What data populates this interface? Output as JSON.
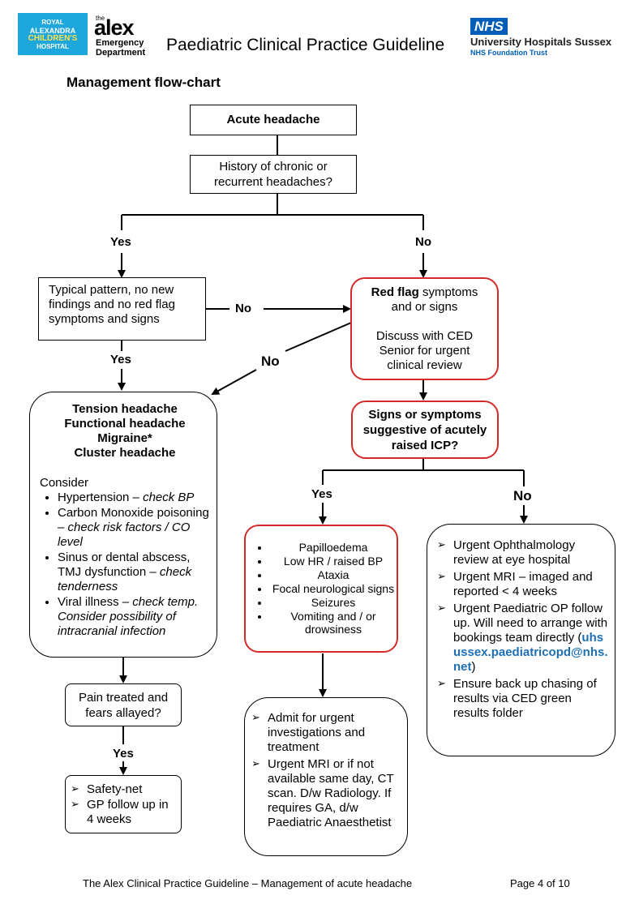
{
  "header": {
    "rach_logo": {
      "line1": "ROYAL",
      "line2": "ALEXANDRA",
      "line3": "CHILDREN'S",
      "line4": "HOSPITAL"
    },
    "alex_logo": {
      "the": "the",
      "name": "alex",
      "sub1": "Emergency",
      "sub2": "Department"
    },
    "title": "Paediatric Clinical Practice Guideline",
    "nhs_logo": {
      "badge": "NHS",
      "name": "University Hospitals Sussex",
      "sub": "NHS Foundation Trust"
    }
  },
  "section_title": "Management flow-chart",
  "flow": {
    "acute": "Acute headache",
    "history": {
      "l1": "History of chronic or",
      "l2": "recurrent headaches?"
    },
    "yes1": "Yes",
    "no1": "No",
    "typical": {
      "l1": "Typical pattern, no new",
      "l2": "findings and no red flag",
      "l3": "symptoms and signs"
    },
    "no_mid": "No",
    "red_flag": {
      "bold": "Red flag",
      "rest": " symptoms",
      "l2": "and or signs",
      "l3": "Discuss with CED",
      "l4": "Senior for urgent",
      "l5": "clinical review"
    },
    "yes2": "Yes",
    "no_diag": "No",
    "tension": {
      "t1": "Tension headache",
      "t2": "Functional headache",
      "t3": "Migraine*",
      "t4": "Cluster headache",
      "consider": "Consider",
      "items": [
        {
          "a": "Hypertension – ",
          "b": "check BP"
        },
        {
          "a": "Carbon Monoxide poisoning – ",
          "b": "check risk factors / CO level"
        },
        {
          "a": "Sinus or dental abscess, TMJ dysfunction – ",
          "b": "check tenderness"
        },
        {
          "a": "Viral illness – ",
          "b": "check temp. Consider possibility of intracranial infection"
        }
      ]
    },
    "icp": {
      "l1": "Signs or symptoms",
      "l2": "suggestive of acutely",
      "l3": "raised ICP?"
    },
    "yes3": "Yes",
    "no3": "No",
    "red_signs": [
      "Papilloedema",
      "Low HR / raised BP",
      "Ataxia",
      "Focal neurological signs",
      "Seizures",
      "Vomiting and / or drowsiness"
    ],
    "nonurgent": [
      "Urgent Ophthalmology review at eye hospital",
      "Urgent MRI – imaged and reported < 4 weeks",
      "Urgent Paediatric OP follow up. Will need to arrange with bookings team directly",
      "Ensure back up chasing of results via CED green results folder"
    ],
    "email_open": "(",
    "email": "uhsussex.paediatricopd@nhs.net",
    "email_close": ")",
    "admit": [
      "Admit for urgent investigations and treatment",
      "Urgent MRI or if not available same day, CT scan. D/w Radiology. If requires GA, d/w Paediatric Anaesthetist"
    ],
    "pain": {
      "l1": "Pain treated and",
      "l2": "fears allayed?"
    },
    "yes4": "Yes",
    "safety": [
      "Safety-net",
      "GP follow up in 4 weeks"
    ]
  },
  "footer": {
    "left": "The Alex Clinical Practice Guideline – Management of acute headache",
    "right": "Page 4 of 10"
  },
  "colors": {
    "red_border": "#d42a2a",
    "link": "#1e6fb5",
    "nhs_blue": "#005eb8",
    "rach_cyan": "#1ea7dc"
  }
}
